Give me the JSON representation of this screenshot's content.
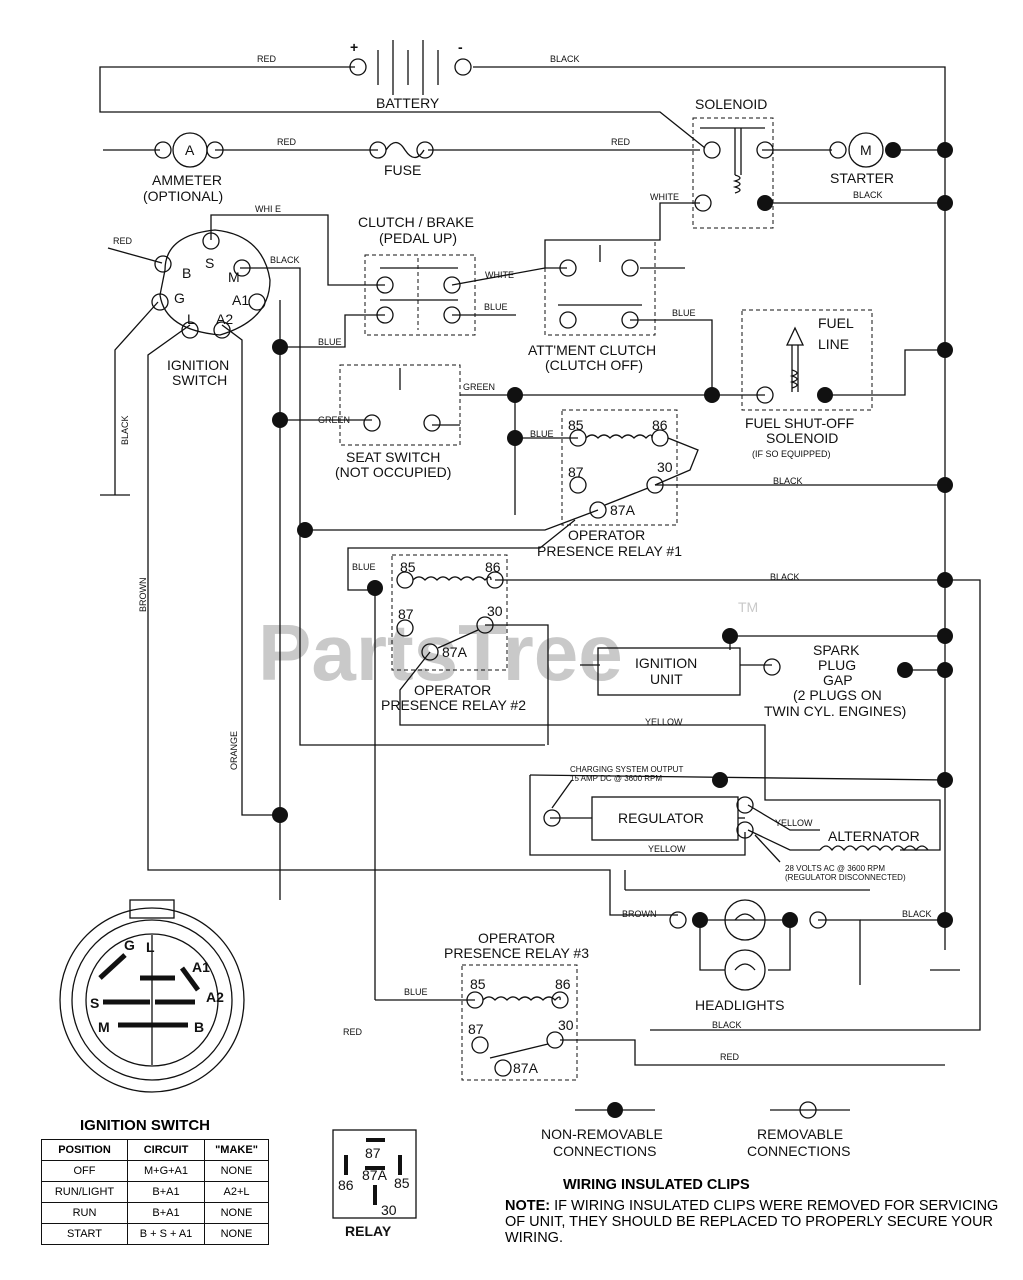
{
  "components": {
    "battery": "BATTERY",
    "battery_pos": "+",
    "battery_neg": "-",
    "solenoid": "SOLENOID",
    "ammeter_line1": "AMMETER",
    "ammeter_line2": "(OPTIONAL)",
    "ammeter_symbol": "A",
    "fuse": "FUSE",
    "starter": "STARTER",
    "starter_symbol": "M",
    "clutch_brake_line1": "CLUTCH / BRAKE",
    "clutch_brake_line2": "(PEDAL UP)",
    "ignition_switch_line1": "IGNITION",
    "ignition_switch_line2": "SWITCH",
    "attment_clutch_line1": "ATT'MENT CLUTCH",
    "attment_clutch_line2": "(CLUTCH OFF)",
    "fuel_line_1": "FUEL",
    "fuel_line_2": "LINE",
    "seat_switch_line1": "SEAT SWITCH",
    "seat_switch_line2": "(NOT OCCUPIED)",
    "fuel_shutoff_line1": "FUEL SHUT-OFF",
    "fuel_shutoff_line2": "SOLENOID",
    "fuel_shutoff_line3": "(IF SO EQUIPPED)",
    "opr1_line1": "OPERATOR",
    "opr1_line2": "PRESENCE RELAY #1",
    "opr2_line1": "OPERATOR",
    "opr2_line2": "PRESENCE RELAY #2",
    "opr3_line1": "OPERATOR",
    "opr3_line2": "PRESENCE RELAY #3",
    "ignition_unit_line1": "IGNITION",
    "ignition_unit_line2": "UNIT",
    "spark_line1": "SPARK",
    "spark_line2": "PLUG",
    "spark_line3": "GAP",
    "spark_line4": "(2 PLUGS ON",
    "spark_line5": "TWIN CYL. ENGINES)",
    "charging_line1": "CHARGING SYSTEM OUTPUT",
    "charging_line2": "15 AMP DC @ 3600 RPM",
    "regulator": "REGULATOR",
    "alternator": "ALTERNATOR",
    "alt_volts_line1": "28 VOLTS AC @ 3600 RPM",
    "alt_volts_line2": "(REGULATOR DISCONNECTED)",
    "headlights": "HEADLIGHTS",
    "relay": "RELAY",
    "relay_pins": [
      "87",
      "87A",
      "86",
      "85",
      "30"
    ],
    "switch_terms": [
      "B",
      "S",
      "M",
      "G",
      "A1",
      "L",
      "A2"
    ],
    "plug_terms": [
      "G",
      "L",
      "A1",
      "S",
      "A2",
      "M",
      "B"
    ],
    "relay_terms": [
      "85",
      "86",
      "87",
      "30",
      "87A"
    ]
  },
  "wire_labels": {
    "red": "RED",
    "black": "BLACK",
    "white": "WHITE",
    "blue": "BLUE",
    "green": "GREEN",
    "brown": "BROWN",
    "orange": "ORANGE",
    "yellow": "YELLOW",
    "white_alt": "WHI E"
  },
  "legend": {
    "non_removable_line1": "NON-REMOVABLE",
    "non_removable_line2": "CONNECTIONS",
    "removable_line1": "REMOVABLE",
    "removable_line2": "CONNECTIONS"
  },
  "ignition_table": {
    "title": "IGNITION SWITCH",
    "headers": [
      "POSITION",
      "CIRCUIT",
      "\"MAKE\""
    ],
    "rows": [
      [
        "OFF",
        "M+G+A1",
        "NONE"
      ],
      [
        "RUN/LIGHT",
        "B+A1",
        "A2+L"
      ],
      [
        "RUN",
        "B+A1",
        "NONE"
      ],
      [
        "START",
        "B + S + A1",
        "NONE"
      ]
    ]
  },
  "note": {
    "heading": "WIRING INSULATED CLIPS",
    "label": "NOTE:",
    "text": " IF WIRING INSULATED CLIPS WERE REMOVED FOR SERVICING OF UNIT, THEY SHOULD BE REPLACED TO PROPERLY SECURE YOUR WIRING."
  },
  "watermark": {
    "text": "PartsTree",
    "tm": "TM"
  }
}
